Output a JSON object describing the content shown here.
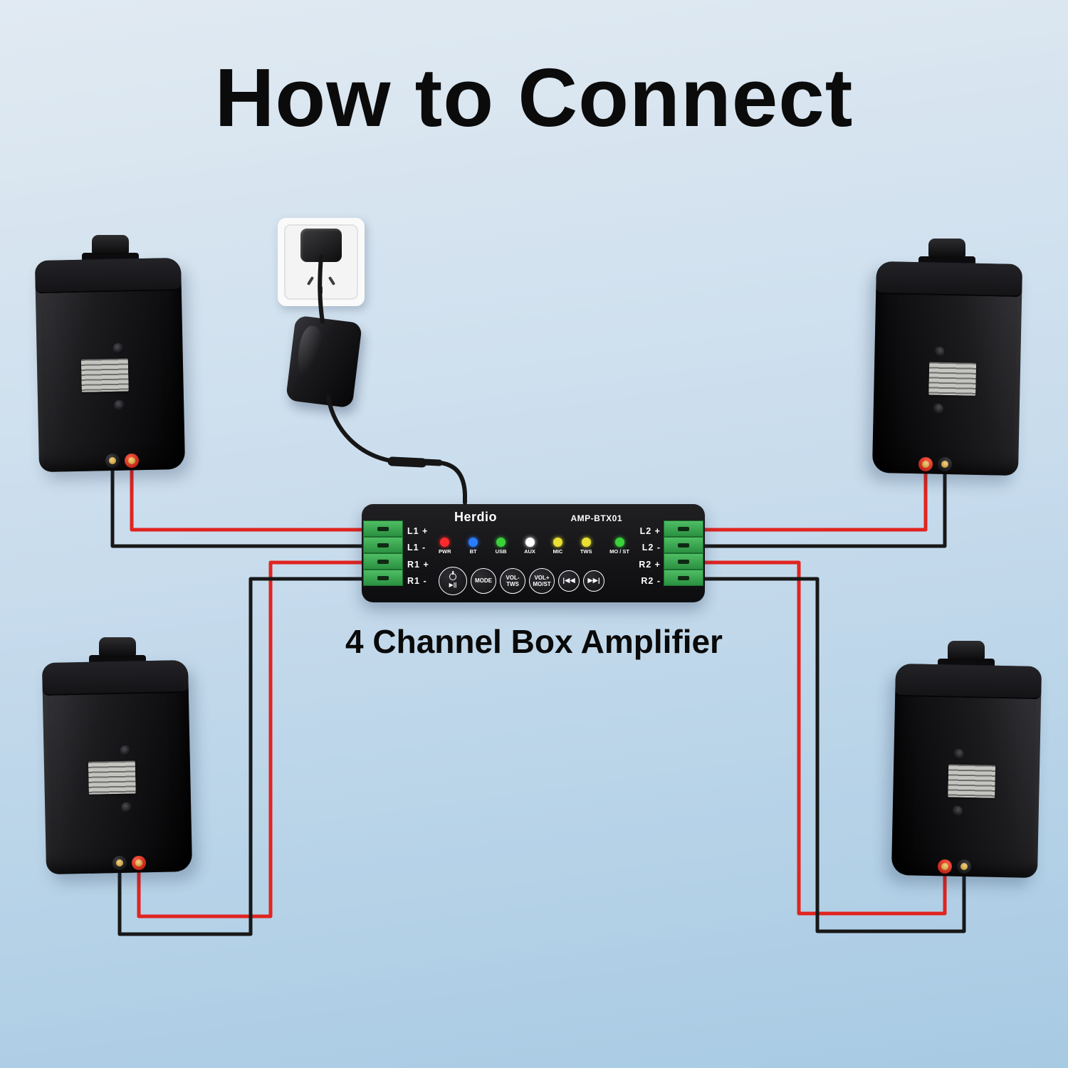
{
  "title": "How to Connect",
  "caption": "4 Channel Box Amplifier",
  "colors": {
    "background_top": "#e1eaf2",
    "background_bottom": "#a7cae3",
    "wire_red": "#e02420",
    "wire_black": "#181818",
    "terminal_green": "#2f9e44"
  },
  "amplifier": {
    "brand": "Herdio",
    "model": "AMP-BTX01",
    "left_terminals": [
      "L1 +",
      "L1 -",
      "R1 +",
      "R1 -"
    ],
    "right_terminals": [
      "L2 +",
      "L2 -",
      "R2 +",
      "R2 -"
    ],
    "leds": [
      {
        "label": "PWR",
        "color": "#ff2a2a"
      },
      {
        "label": "BT",
        "color": "#2b7bff"
      },
      {
        "label": "USB",
        "color": "#3ad23a"
      },
      {
        "label": "AUX",
        "color": "#ffffff"
      },
      {
        "label": "MIC",
        "color": "#e8e032"
      },
      {
        "label": "TWS",
        "color": "#e8e032"
      },
      {
        "label": "MO / ST",
        "color": "#3ad23a"
      }
    ],
    "buttons": {
      "power_play": "▶||",
      "mode": "MODE",
      "vol_minus": "VOL-\nTWS",
      "vol_plus": "VOL+\nMO/ST",
      "prev": "|◀◀",
      "next": "▶▶|"
    }
  },
  "speakers": [
    {
      "id": "top-left"
    },
    {
      "id": "top-right"
    },
    {
      "id": "bottom-left"
    },
    {
      "id": "bottom-right"
    }
  ]
}
